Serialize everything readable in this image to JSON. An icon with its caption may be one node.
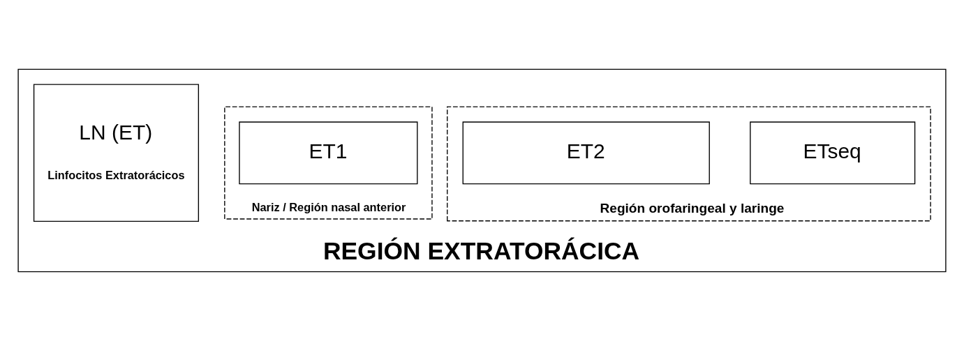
{
  "diagram": {
    "nodes": [
      {
        "text": [
          "REGIÓN EXTRATORÁCICA"
        ]
      },
      {
        "text": [
          "Nariz / Región nasal anterior"
        ],
        "in": 0
      },
      {
        "text": [
          "ET1"
        ],
        "in": 1
      },
      {
        "text": [
          "LN (ET)",
          "Linfocitos Extratorácicos"
        ],
        "in": 0
      },
      {
        "text": [
          "Región orofaringeal y laringe"
        ],
        "in": 0
      },
      {
        "text": [
          "ETseq"
        ],
        "in": 4
      },
      {
        "text": [
          "ET2"
        ],
        "in": 4
      }
    ]
  }
}
